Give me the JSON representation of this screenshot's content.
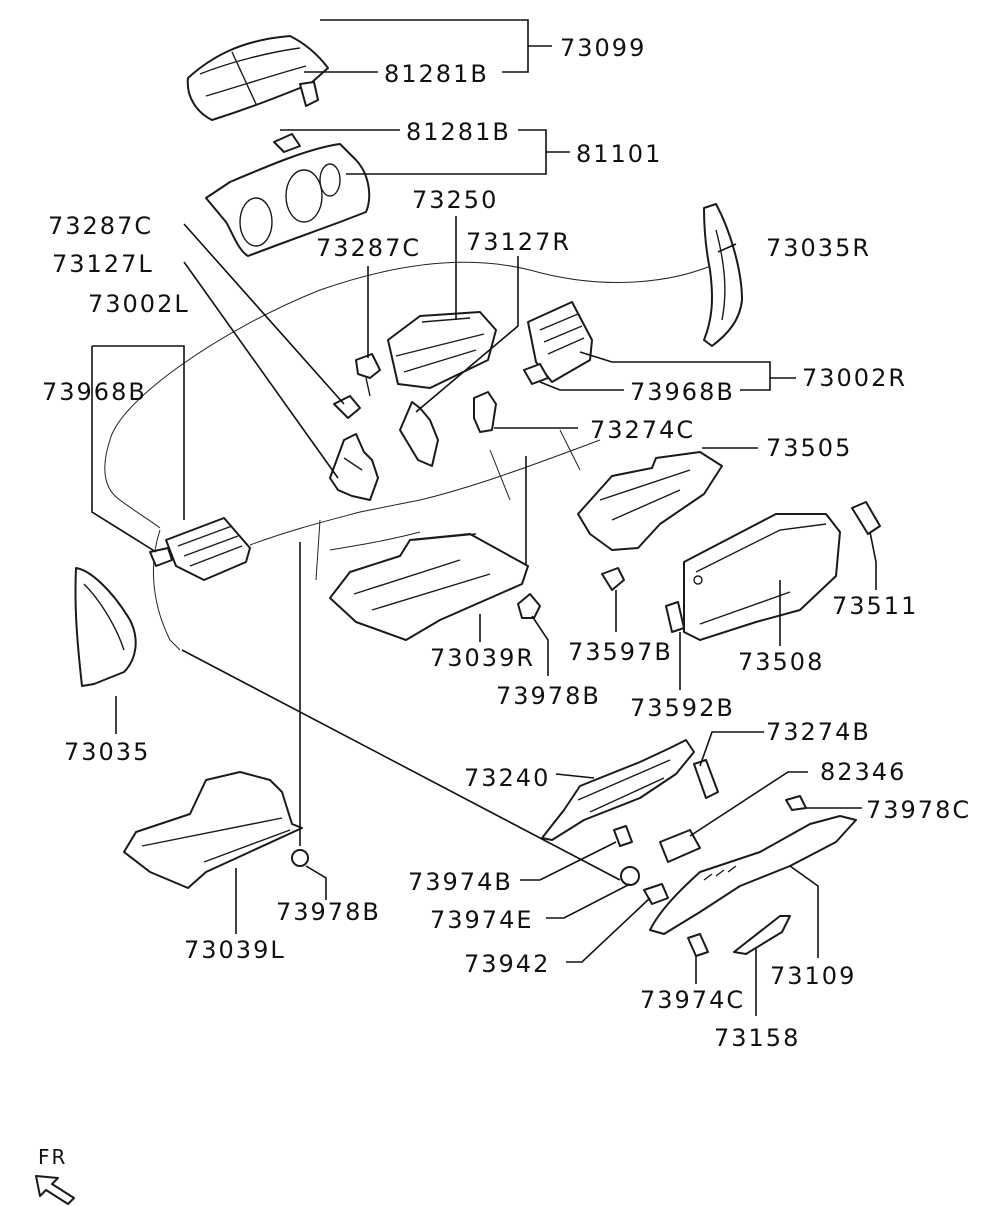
{
  "labels": {
    "p73099": "73099",
    "p81281B_top": "81281B",
    "p81281B_mid": "81281B",
    "p81101": "81101",
    "p73250": "73250",
    "p73287C_left": "73287C",
    "p73287C_mid": "73287C",
    "p73127R": "73127R",
    "p73127L": "73127L",
    "p73035R": "73035R",
    "p73002L": "73002L",
    "p73968B_left": "73968B",
    "p73968B_right": "73968B",
    "p73002R": "73002R",
    "p73274C": "73274C",
    "p73505": "73505",
    "p73511": "73511",
    "p73597B": "73597B",
    "p73508": "73508",
    "p73039R": "73039R",
    "p73978B_mid": "73978B",
    "p73592B": "73592B",
    "p73035L": "73035",
    "p73274B": "73274B",
    "p73240": "73240",
    "p82346": "82346",
    "p73978C": "73978C",
    "p73974B": "73974B",
    "p73974E": "73974E",
    "p73942": "73942",
    "p73109": "73109",
    "p73974C": "73974C",
    "p73158": "73158",
    "p73978B_low": "73978B",
    "p73039L": "73039L",
    "fr": "FR"
  },
  "colors": {
    "line": "#1a1a1a",
    "background": "#ffffff"
  },
  "icons": {
    "front_arrow": "front-direction-arrow-icon"
  }
}
